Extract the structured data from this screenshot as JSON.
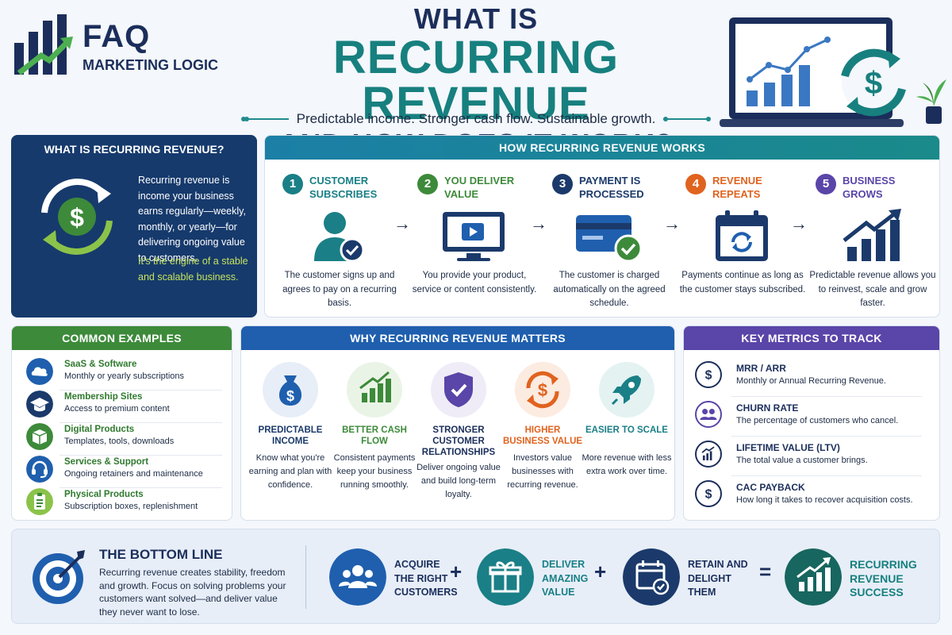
{
  "brand": {
    "name": "FAQ",
    "sub": "MARKETING LOGIC"
  },
  "title": {
    "line1": "WHAT IS",
    "line2": "RECURRING REVENUE",
    "line3": "AND HOW DOES IT WORK?",
    "tagline": "Predictable income. Stronger cash flow. Sustainable growth."
  },
  "definition": {
    "heading": "WHAT IS RECURRING REVENUE?",
    "text": "Recurring revenue is income your business earns regularly—weekly, monthly, or yearly—for delivering ongoing value to customers.",
    "accent": "It's the engine of a stable and scalable business."
  },
  "how": {
    "heading": "HOW RECURRING REVENUE WORKS",
    "steps": [
      {
        "num": "1",
        "title": "CUSTOMER SUBSCRIBES",
        "desc": "The customer signs up and agrees to pay on a recurring basis.",
        "color": "#1a7f86",
        "icon": "user-check-icon"
      },
      {
        "num": "2",
        "title": "YOU DELIVER VALUE",
        "desc": "You provide your product, service or content consistently.",
        "color": "#3d8a3a",
        "icon": "video-screen-icon"
      },
      {
        "num": "3",
        "title": "PAYMENT IS PROCESSED",
        "desc": "The customer is charged automatically on the agreed schedule.",
        "color": "#1b3a6b",
        "icon": "credit-card-icon"
      },
      {
        "num": "4",
        "title": "REVENUE REPEATS",
        "desc": "Payments continue as long as the customer stays subscribed.",
        "color": "#e0631f",
        "icon": "calendar-repeat-icon"
      },
      {
        "num": "5",
        "title": "BUSINESS GROWS",
        "desc": "Predictable revenue allows you to reinvest, scale and grow faster.",
        "color": "#5a45a8",
        "icon": "growth-chart-icon"
      }
    ]
  },
  "examples": {
    "heading": "COMMON EXAMPLES",
    "items": [
      {
        "title": "SaaS & Software",
        "desc": "Monthly or yearly subscriptions",
        "icon": "cloud-icon"
      },
      {
        "title": "Membership Sites",
        "desc": "Access to premium content",
        "icon": "graduation-cap-icon"
      },
      {
        "title": "Digital Products",
        "desc": "Templates, tools, downloads",
        "icon": "box-icon"
      },
      {
        "title": "Services & Support",
        "desc": "Ongoing retainers and maintenance",
        "icon": "headset-icon"
      },
      {
        "title": "Physical Products",
        "desc": "Subscription boxes, replenishment",
        "icon": "clipboard-icon"
      }
    ]
  },
  "why": {
    "heading": "WHY RECURRING REVENUE MATTERS",
    "items": [
      {
        "title": "PREDICTABLE INCOME",
        "desc": "Know what you're earning and plan with confidence.",
        "color": "#1b3a6b",
        "icon": "money-bag-icon"
      },
      {
        "title": "BETTER CASH FLOW",
        "desc": "Consistent payments keep your business running smoothly.",
        "color": "#3d8a3a",
        "icon": "bar-chart-icon"
      },
      {
        "title": "STRONGER CUSTOMER RELATIONSHIPS",
        "desc": "Deliver ongoing value and build long-term loyalty.",
        "color": "#1b2e5b",
        "icon": "shield-check-icon"
      },
      {
        "title": "HIGHER BUSINESS VALUE",
        "desc": "Investors value businesses with recurring revenue.",
        "color": "#e0631f",
        "icon": "dollar-cycle-icon"
      },
      {
        "title": "EASIER TO SCALE",
        "desc": "More revenue with less extra work over time.",
        "color": "#1a7f86",
        "icon": "rocket-icon"
      }
    ]
  },
  "metrics": {
    "heading": "KEY METRICS TO TRACK",
    "items": [
      {
        "title": "MRR / ARR",
        "desc": "Monthly or Annual Recurring Revenue.",
        "icon": "dollar-cycle-icon"
      },
      {
        "title": "CHURN RATE",
        "desc": "The percentage of customers who cancel.",
        "icon": "users-icon"
      },
      {
        "title": "LIFETIME VALUE (LTV)",
        "desc": "The total value a customer brings.",
        "icon": "line-chart-icon"
      },
      {
        "title": "CAC PAYBACK",
        "desc": "How long it takes to recover acquisition costs.",
        "icon": "dollar-icon"
      }
    ]
  },
  "bottom": {
    "title": "THE BOTTOM LINE",
    "text": "Recurring revenue creates stability, freedom and growth. Focus on solving problems your customers want solved—and deliver value they never want to lose.",
    "equation": [
      {
        "label": "ACQUIRE THE RIGHT CUSTOMERS",
        "color": "#1f5fae",
        "icon": "users-icon"
      },
      {
        "label": "DELIVER AMAZING VALUE",
        "color": "#1a7f86",
        "icon": "gift-icon"
      },
      {
        "label": "RETAIN AND DELIGHT THEM",
        "color": "#1b3a6b",
        "icon": "calendar-check-icon"
      },
      {
        "label": "RECURRING REVENUE SUCCESS",
        "color": "#17665f",
        "icon": "growth-chart-icon"
      }
    ],
    "ops": [
      "+",
      "+",
      "="
    ]
  },
  "colors": {
    "navy": "#1b2e5b",
    "teal": "#17807f",
    "green": "#3d8a3a",
    "blue": "#1f5fae",
    "purple": "#5a45a8",
    "orange": "#e0631f",
    "lime": "#c5e35d"
  }
}
